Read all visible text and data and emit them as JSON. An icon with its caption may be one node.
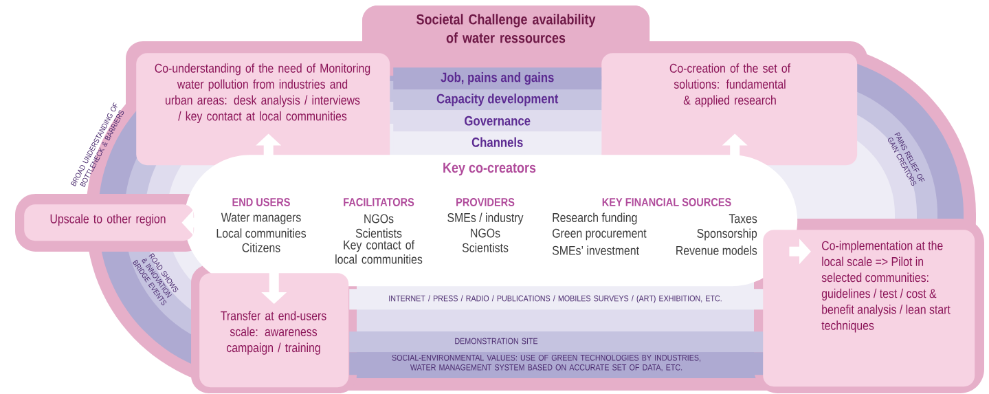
{
  "diagram": {
    "nodes": [
      {
        "text": [
          "Societal Challenge availability of water ressources"
        ]
      },
      {
        "text": [
          "Co-understanding of the need of Monitoring water pollution from industries and urban areas: desk analysis / interviews / key contact at local communities"
        ]
      },
      {
        "text": [
          "Co-creation of the set of solutions: fundamental & applied research"
        ]
      },
      {
        "text": [
          "Job, pains and gains"
        ]
      },
      {
        "text": [
          "Capacity development"
        ]
      },
      {
        "text": [
          "Governance"
        ]
      },
      {
        "text": [
          "Channels"
        ]
      },
      {
        "text": [
          "Key co-creators",
          "END USERS",
          "Water managers",
          "Local communities",
          "Citizens",
          "FACILITATORS",
          "NGOs",
          "Scientists",
          "Key contact of local communities",
          "PROVIDERS",
          "SMEs / industry",
          "NGOs",
          "Scientists",
          "KEY FINANCIAL SOURCES",
          "Research funding",
          "Green procurement",
          "SMEs’ investment",
          "Taxes",
          "Sponsorship",
          "Revenue models"
        ]
      },
      {
        "text": [
          "Upscale to other region"
        ]
      },
      {
        "text": [
          "Transfer at end-users scale: awareness campaign / training"
        ]
      },
      {
        "text": [
          "INTERNET / PRESS / RADIO / PUBLICATIONS / MOBILES SURVEYS / (ART) EXHIBITION, ETC."
        ]
      },
      {
        "text": [
          "DEMONSTRATION SITE"
        ]
      },
      {
        "text": [
          "SOCIAL-ENVIRONMENTAL VALUES: USE OF GREEN TECHNOLOGIES BY INDUSTRIES, WATER MANAGEMENT SYSTEM BASED ON ACCURATE SET OF DATA, ETC."
        ]
      },
      {
        "text": [
          "Co-implementation at the local scale => Pilot in selected communities: guidelines / test / cost & benefit analysis / lean start techniques"
        ]
      }
    ],
    "edges": [
      {
        "from": 7,
        "to": 1,
        "arrow": "to"
      },
      {
        "from": 7,
        "to": 2,
        "arrow": "to"
      },
      {
        "from": 7,
        "to": 8,
        "arrow": "to"
      },
      {
        "from": 7,
        "to": 9,
        "arrow": "to"
      },
      {
        "from": 7,
        "to": 13,
        "arrow": "to"
      }
    ],
    "labels": [
      "BROAD UNDERSTANDING OF BOTTLENECK & BARRIERS",
      "PAINS RELIEF OF GAIN CREATORS",
      "ROAD SHOWS & INNOVATION BRIDGE EVENTS"
    ]
  }
}
